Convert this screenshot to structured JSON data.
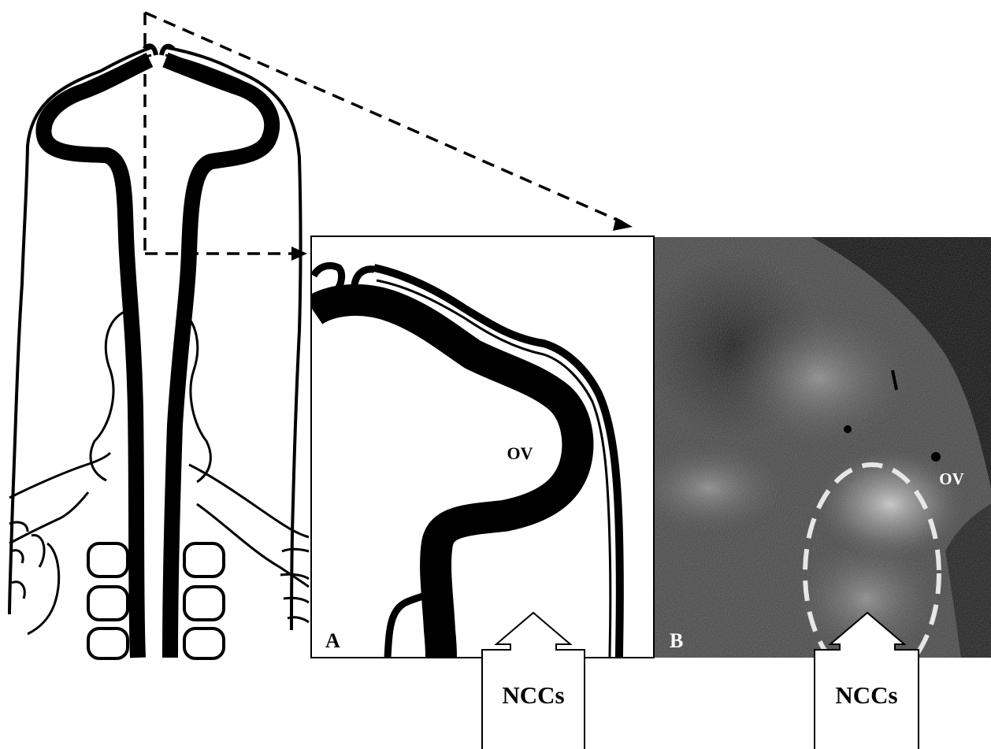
{
  "figure": {
    "panel_a": {
      "letter": "A",
      "structure_label": "OV",
      "arrow_label": "NCCs"
    },
    "panel_b": {
      "letter": "B",
      "structure_label": "OV",
      "arrow_label": "NCCs"
    }
  }
}
